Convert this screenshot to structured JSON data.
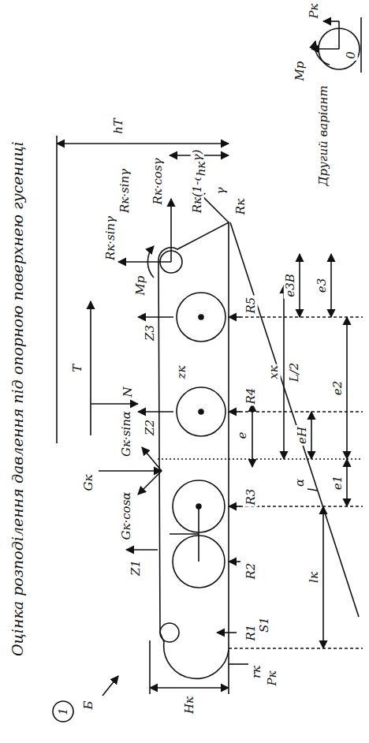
{
  "diagram": {
    "title": "Оцінка розподілення давлення під опорною поверхнею гусениці",
    "labels": [
      "1",
      "Б",
      "Gк",
      "Gк·cosα",
      "Gк·sinα",
      "Z1",
      "Z2",
      "Z3",
      "R1",
      "R2",
      "R3",
      "R4",
      "R5",
      "Rк·sinγ",
      "Rк·cosγ",
      "Mр",
      "Rк·sinγ",
      "Rк(1-cosγ)",
      "Rк",
      "T",
      "N",
      "hT",
      "hк",
      "Hк",
      "rк",
      "Pк",
      "S1",
      "α",
      "γ",
      "e",
      "xк",
      "L/2",
      "lк",
      "e1",
      "e2",
      "e3",
      "e3B",
      "eH",
      "zк",
      "Другий варіант",
      "0",
      "Mр",
      "Pк"
    ]
  }
}
